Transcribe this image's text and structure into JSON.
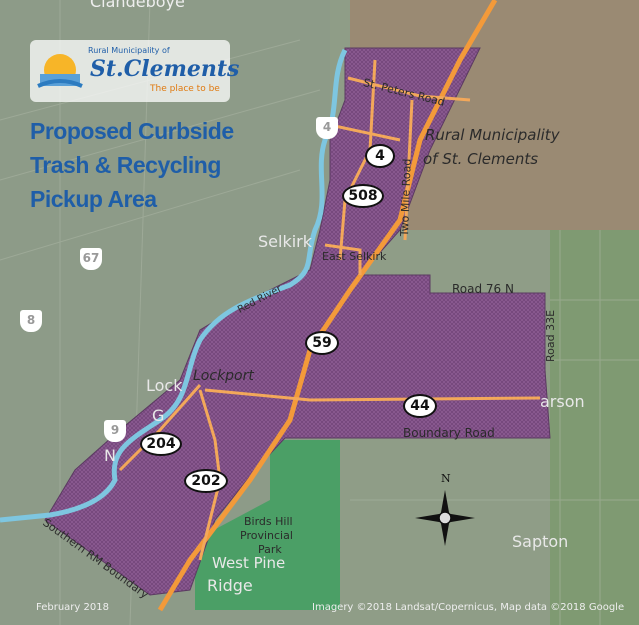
{
  "logo": {
    "small": "Rural Municipality of",
    "name": "St.Clements",
    "tagline": "The place to be"
  },
  "title_lines": [
    "Proposed Curbside",
    "Trash & Recycling",
    "Pickup Area"
  ],
  "places": {
    "top": "Clandeboye",
    "rm": [
      "Rural Municipality",
      "of St. Clements"
    ],
    "selkirk": "Selkirk",
    "east_selkirk": "East Selkirk",
    "lockport": "Lockport",
    "lock": "Lock",
    "g": "G",
    "n": "N",
    "larson": "arson",
    "sapton": "Sapton",
    "ridge": "Ridge",
    "west_pine": "West Pine",
    "park": [
      "Birds Hill",
      "Provincial",
      "Park"
    ]
  },
  "roads": {
    "st_peters": "St. Peters Road",
    "two_mile": "Two Mile Road",
    "road76": "Road 76 N",
    "road33e": "Road 33E",
    "boundary": "Boundary Road",
    "red_river": "Red River",
    "southern": "Southern RM Boundary"
  },
  "shields": {
    "s4": "4",
    "s508": "508",
    "s59": "59",
    "s44": "44",
    "s202": "202",
    "s204": "204"
  },
  "provincial": {
    "p4": "4",
    "p67": "67",
    "p8": "8",
    "p9": "9"
  },
  "compass": {
    "north": "N"
  },
  "footer": {
    "date": "February 2018",
    "credits": "Imagery ©2018 Landsat/Copernicus, Map data ©2018 Google"
  },
  "colors": {
    "area": "#8a5a91",
    "road": "#f3a04a",
    "river": "#7ec6e0",
    "park": "#3fa060",
    "title": "#1f5ea8"
  }
}
